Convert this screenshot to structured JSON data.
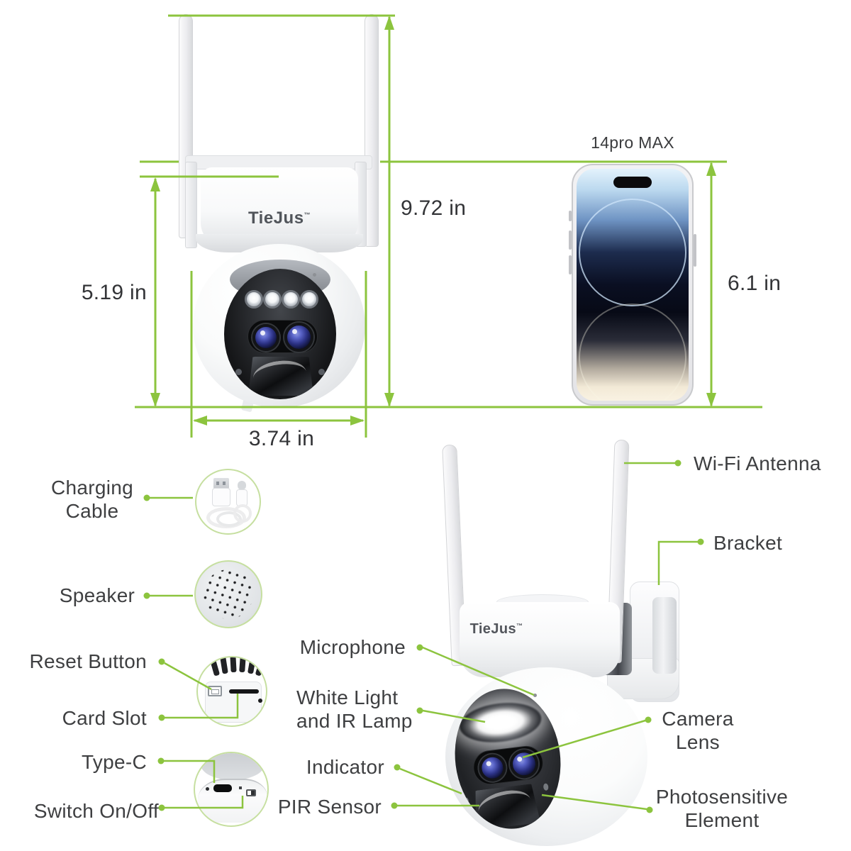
{
  "colors": {
    "accent": "#8cc43e",
    "leader_soft": "#c6dfa0"
  },
  "brand": {
    "logo_text": "TieJus",
    "tm": "™"
  },
  "dimensions": {
    "total_height": "9.72 in",
    "body_height": "5.19 in",
    "body_width": "3.74 in",
    "phone_label": "14pro MAX",
    "phone_height": "6.1 in"
  },
  "callouts": {
    "charging_cable": "Charging Cable",
    "speaker": "Speaker",
    "reset_button": "Reset Button",
    "card_slot": "Card Slot",
    "type_c": "Type-C",
    "switch_on_off": "Switch On/Off",
    "microphone": "Microphone",
    "white_light_ir": "White Light and IR Lamp",
    "indicator": "Indicator",
    "pir_sensor": "PIR Sensor",
    "wifi_antenna": "Wi-Fi Antenna",
    "bracket": "Bracket",
    "camera_lens": "Camera Lens",
    "photosensitive_element": "Photosensitive Element"
  }
}
